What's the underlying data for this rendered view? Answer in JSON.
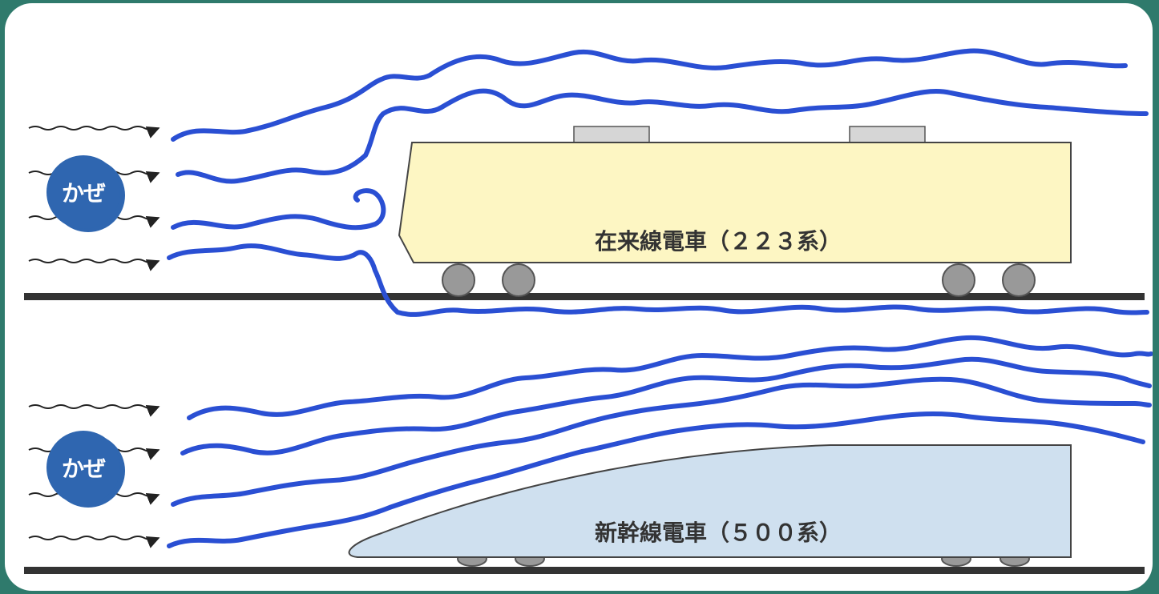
{
  "top_section": {
    "wind_badge": "かぜ",
    "train_label": "在来線電車（２２３系）",
    "train_color": "#fdf6c3"
  },
  "bottom_section": {
    "wind_badge": "かぜ",
    "train_label": "新幹線電車（５００系）",
    "train_color": "#cfe0ef"
  },
  "colors": {
    "airflow": "#2a4fd3",
    "badge": "#2f66b0",
    "rail": "#333333",
    "wheel": "#999999",
    "frame": "#2f7a6c"
  },
  "icons": {
    "wind_arrow": "wavy-arrow-icon",
    "wheel": "wheel-icon"
  }
}
